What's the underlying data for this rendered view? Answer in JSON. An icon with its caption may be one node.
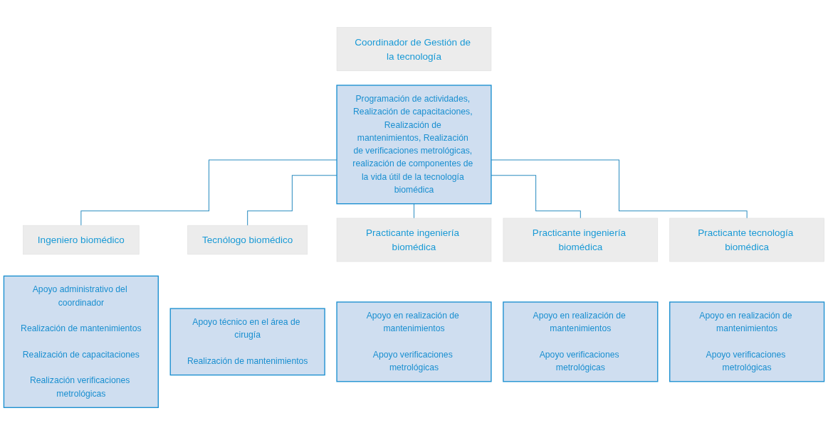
{
  "diagram": {
    "nodes": [
      {
        "text": [
          "Coordinador de Gestión de la tecnología"
        ]
      },
      {
        "text": [
          "Programación de actividades, Realización de capacitaciones, Realización de mantenimientos, Realización de verificaciones metrológicas, realización de componentes de la vida útil de la tecnología biomédica"
        ]
      },
      {
        "text": [
          "Ingeniero biomédico"
        ]
      },
      {
        "text": [
          "Apoyo administrativo del coordinador",
          "Realización de mantenimientos",
          "Realización de capacitaciones",
          "Realización verificaciones metrológicas"
        ]
      },
      {
        "text": [
          "Tecnólogo biomédico"
        ]
      },
      {
        "text": [
          "Apoyo técnico en el área de cirugía",
          "Realización de mantenimientos"
        ]
      },
      {
        "text": [
          "Practicante ingeniería biomédica"
        ]
      },
      {
        "text": [
          "Apoyo en realización de mantenimientos",
          "Apoyo verificaciones metrológicas"
        ]
      },
      {
        "text": [
          "Practicante ingeniería biomédica"
        ]
      },
      {
        "text": [
          "Apoyo en realización de mantenimientos",
          "Apoyo verificaciones metrológicas"
        ]
      },
      {
        "text": [
          "Practicante tecnología biomédica"
        ]
      },
      {
        "text": [
          "Apoyo en realización de mantenimientos",
          "Apoyo verificaciones metrológicas"
        ]
      }
    ],
    "edges": [
      {
        "from": 1,
        "to": 2,
        "arrow": "none"
      },
      {
        "from": 1,
        "to": 4,
        "arrow": "none"
      },
      {
        "from": 1,
        "to": 6,
        "arrow": "none"
      },
      {
        "from": 1,
        "to": 8,
        "arrow": "none"
      },
      {
        "from": 1,
        "to": 10,
        "arrow": "none"
      }
    ]
  }
}
